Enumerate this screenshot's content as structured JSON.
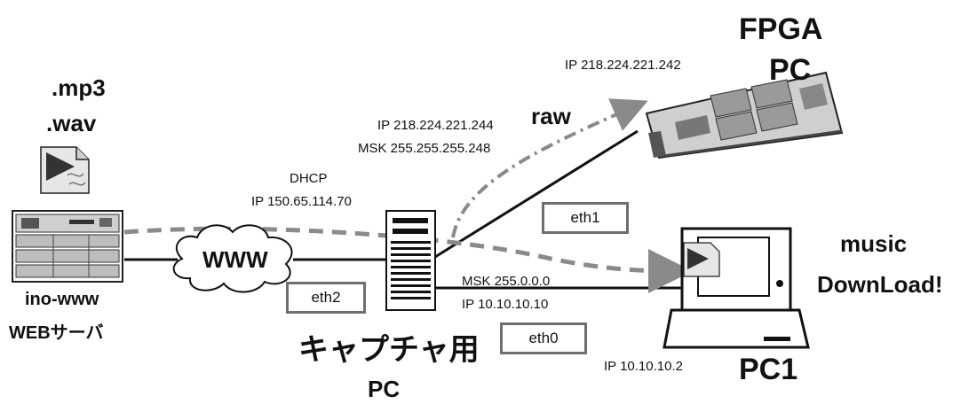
{
  "fpga": {
    "title_line1": "FPGA",
    "title_line2": "PC",
    "ip": "IP 218.224.221.242"
  },
  "capture_pc": {
    "title_line1": "キャプチャ用",
    "title_line2": "PC",
    "dhcp": "DHCP",
    "ip_eth2": "IP 150.65.114.70",
    "ip_eth1": "IP 218.224.221.244",
    "msk_eth1": "MSK 255.255.255.248",
    "msk_eth0": "MSK 255.0.0.0",
    "ip_eth0": "IP 10.10.10.10"
  },
  "interfaces": {
    "eth0": "eth0",
    "eth1": "eth1",
    "eth2": "eth2"
  },
  "server": {
    "name": "ino-www",
    "role": "WEBサーバ",
    "file_ext1": ".mp3",
    "file_ext2": ".wav"
  },
  "cloud": {
    "label": "WWW"
  },
  "raw_label": "raw",
  "pc1": {
    "title": "PC1",
    "ip": "IP 10.10.10.2",
    "caption_line1": "music",
    "caption_line2": "DownLoad!"
  },
  "colors": {
    "line": "#111111",
    "dashed_path": "#8a8a8a",
    "box_border": "#6e6e6e"
  }
}
